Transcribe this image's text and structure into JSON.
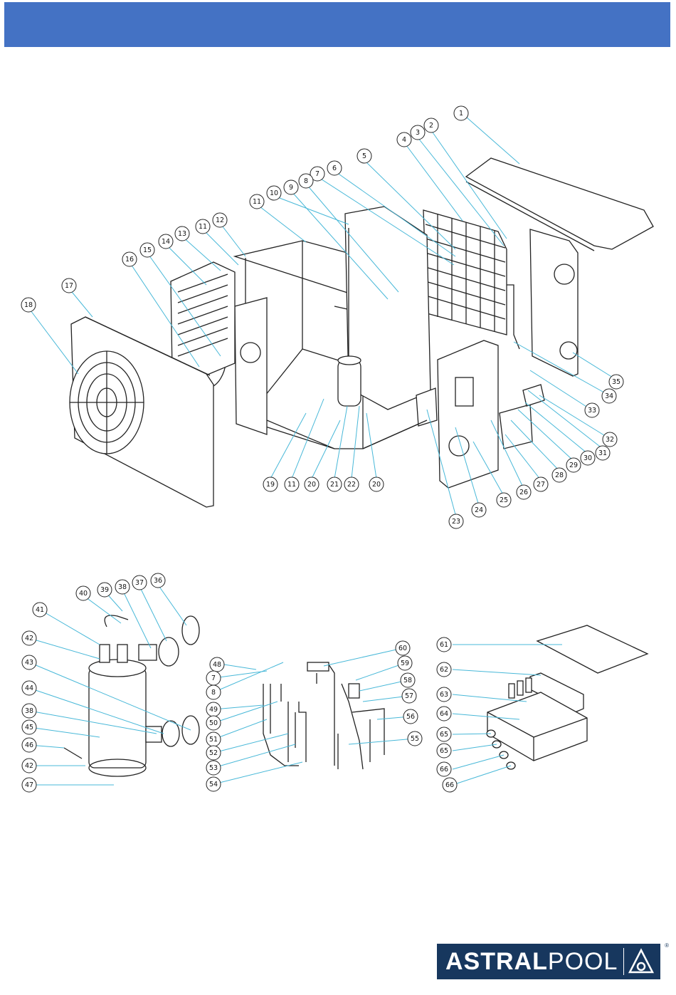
{
  "header": {
    "color": "#4472c4"
  },
  "callouts": {
    "c1": "1",
    "c2": "2",
    "c3": "3",
    "c4": "4",
    "c5": "5",
    "c6": "6",
    "c7": "7",
    "c8": "8",
    "c9": "9",
    "c10": "10",
    "c11a": "11",
    "c11b": "11",
    "c11c": "11",
    "c12": "12",
    "c13": "13",
    "c14": "14",
    "c15": "15",
    "c16": "16",
    "c17": "17",
    "c18": "18",
    "c19": "19",
    "c20a": "20",
    "c20b": "20",
    "c21": "21",
    "c22": "22",
    "c23": "23",
    "c24": "24",
    "c25": "25",
    "c26": "26",
    "c27": "27",
    "c28": "28",
    "c29": "29",
    "c30": "30",
    "c31": "31",
    "c32": "32",
    "c33": "33",
    "c34": "34",
    "c35": "35",
    "c36": "36",
    "c37": "37",
    "c38a": "38",
    "c38b": "38",
    "c39": "39",
    "c40": "40",
    "c41": "41",
    "c42a": "42",
    "c42b": "42",
    "c43": "43",
    "c44": "44",
    "c45": "45",
    "c46": "46",
    "c47": "47",
    "c48": "48",
    "c7b": "7",
    "c8b": "8",
    "c49": "49",
    "c50": "50",
    "c51": "51",
    "c52": "52",
    "c53": "53",
    "c54": "54",
    "c55": "55",
    "c56": "56",
    "c57": "57",
    "c58": "58",
    "c59": "59",
    "c60": "60",
    "c61": "61",
    "c62": "62",
    "c63": "63",
    "c64": "64",
    "c65a": "65",
    "c65b": "65",
    "c66a": "66",
    "c66b": "66"
  },
  "logo": {
    "brand_bold": "ASTRAL",
    "brand_light": "POOL",
    "registered": "®",
    "color": "#17375e"
  }
}
